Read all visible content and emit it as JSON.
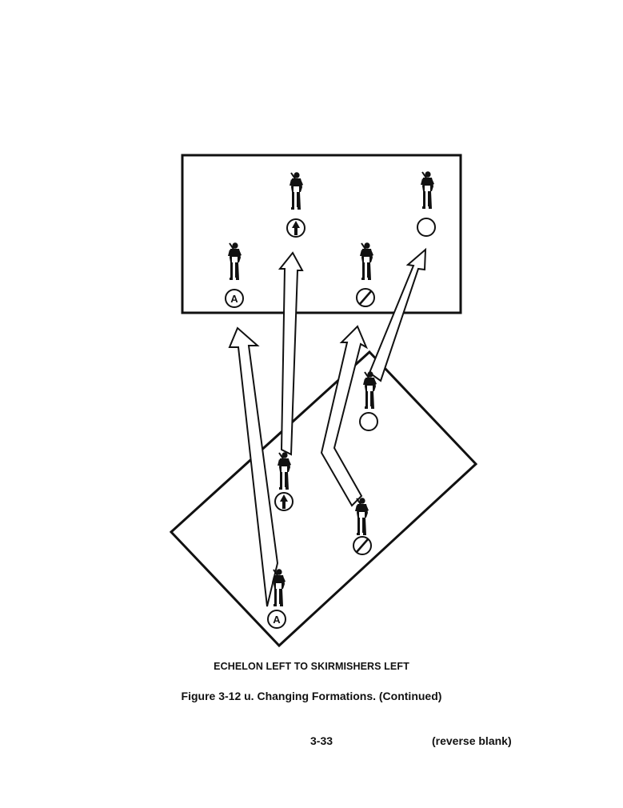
{
  "caption": {
    "formation_change": "ECHELON LEFT TO SKIRMISHERS LEFT",
    "figure_title": "Figure 3-12 u.  Changing Formations. (Continued)"
  },
  "footer": {
    "page_number": "3-33",
    "note": "(reverse blank)"
  },
  "symbols": {
    "team_leader_letter": "A",
    "automatic_rifleman": "arrow-up-in-circle",
    "grenadier": "slashed-circle",
    "rifleman": "empty-circle"
  },
  "colors": {
    "ink": "#111111",
    "paper": "#ffffff",
    "arrow_fill": "#ffffff"
  }
}
